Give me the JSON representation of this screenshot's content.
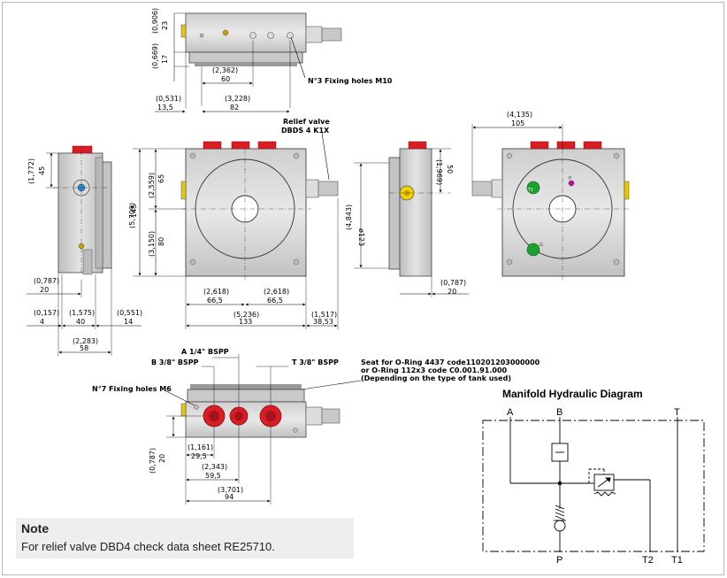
{
  "views": {
    "top": {
      "d_906": "(0,906)",
      "d_23": "23",
      "d_669": "(0,669)",
      "d_17": "17",
      "d_2362": "(2,362)",
      "d_60": "60",
      "d_531": "(0,531)",
      "d_135": "13,5",
      "d_3228": "(3,228)",
      "d_82": "82",
      "fixing_holes": "N°3 Fixing holes M10"
    },
    "side_left": {
      "d_1772": "(1,772)",
      "d_45": "45",
      "d_787": "(0,787)",
      "d_20": "20",
      "d_157": "(0,157)",
      "d_4": "4",
      "d_1575": "(1,575)",
      "d_40": "40",
      "d_551": "(0,551)",
      "d_14": "14",
      "d_2283": "(2,283)",
      "d_58": "58"
    },
    "front": {
      "relief_valve": "Relief valve",
      "relief_model": "DBDS 4 K1X",
      "d_2559": "(2,559)",
      "d_65": "65",
      "d_5709": "(5,709)",
      "d_145": "145",
      "d_3150": "(3,150)",
      "d_80": "80",
      "d_2618a": "(2,618)",
      "d_665a": "66,5",
      "d_2618b": "(2,618)",
      "d_665b": "66,5",
      "d_5236": "(5,236)",
      "d_133": "133",
      "d_1517": "(1,517)",
      "d_3853": "38,53",
      "d_4843": "(4,843)",
      "d_123": "ø123"
    },
    "side_right": {
      "d_1969": "(1,969)",
      "d_50": "50",
      "d_787": "(0,787)",
      "d_20": "20"
    },
    "rear": {
      "d_4135": "(4,135)",
      "d_105": "105",
      "port_t1": "T1",
      "port_p": "P",
      "port_g": "G"
    },
    "bottom": {
      "port_a": "A 1/4\" BSPP",
      "port_b": "B 3/8\" BSPP",
      "port_t": "T 3/8\" BSPP",
      "fixing_holes": "N°7 Fixing holes M6",
      "seat_line1": "Seat for O-Ring 4437 code110201203000000",
      "seat_line2": "or O-Ring 112x3 code C0.001.91.000",
      "seat_line3": "(Depending on the type of tank used)",
      "d_787": "(0,787)",
      "d_20": "20",
      "d_1161": "(1,161)",
      "d_295": "29,5",
      "d_2343": "(2,343)",
      "d_595": "59,5",
      "d_3701": "(3,701)",
      "d_94": "94"
    }
  },
  "hydraulic": {
    "title": "Manifold Hydraulic Diagram",
    "port_a": "A",
    "port_b": "B",
    "port_t": "T",
    "port_p": "P",
    "port_t2": "T2",
    "port_t1": "T1"
  },
  "note": {
    "title": "Note",
    "text": "For relief valve DBD4 check data sheet RE25710."
  },
  "colors": {
    "body_grey": "#d4d4d4",
    "plug_red": "#d81e24",
    "valve_yellow": "#f2d100",
    "port_green": "#1aa12e",
    "port_magenta": "#b5169c"
  }
}
